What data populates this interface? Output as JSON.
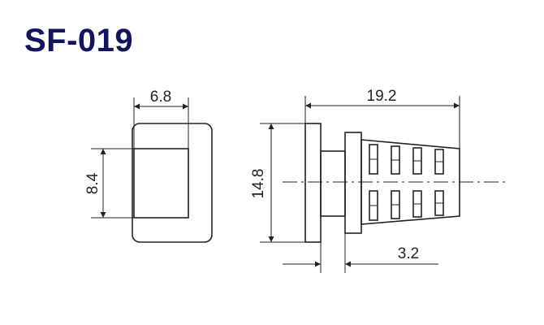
{
  "title": "SF-019",
  "dimensions": {
    "front_width": "6.8",
    "front_height": "8.4",
    "side_length": "19.2",
    "side_height": "14.8",
    "slot_gap": "3.2"
  },
  "colors": {
    "title": "#13145f",
    "lines": "#222222"
  }
}
